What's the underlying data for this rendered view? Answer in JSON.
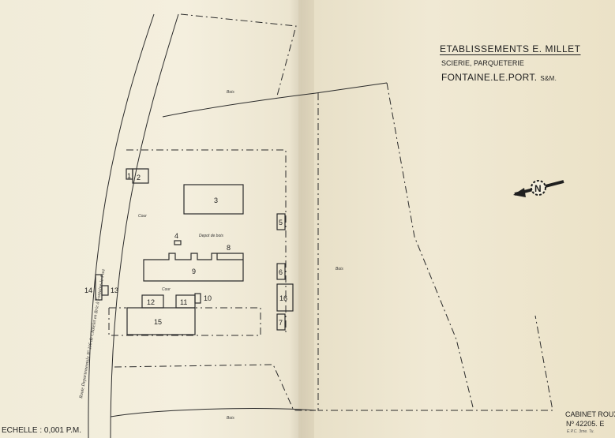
{
  "title": {
    "company": "ETABLISSEMENTS E. MILLET",
    "activity": "SCIERIE, PARQUETERIE",
    "place": "FONTAINE.LE.PORT.",
    "place_suffix": "S&M."
  },
  "scale": "ECHELLE : 0,001 P.M.",
  "cabinet": {
    "name": "CABINET ROUX",
    "number": "Nº 42205. E",
    "note": "E.P.C. 3rne. Tu."
  },
  "road_label": "Route Departementale   Nº 116   de Chatelet en Brie à Fontaine-le-Port",
  "area_labels": {
    "bois_top": "Bois",
    "cour_1": "Cour",
    "depot": "Depot de bois",
    "cour_2": "Cour",
    "bois_right": "Bois",
    "bois_bottom": "Bois"
  },
  "buildings": {
    "b1": "1",
    "b2": "2",
    "b3": "3",
    "b4": "4",
    "b5": "5",
    "b6": "6",
    "b7": "7",
    "b8": "8",
    "b9": "9",
    "b10": "10",
    "b11": "11",
    "b12": "12",
    "b13": "13",
    "b14": "14",
    "b15": "15",
    "b16": "16"
  },
  "north_symbol": "N"
}
